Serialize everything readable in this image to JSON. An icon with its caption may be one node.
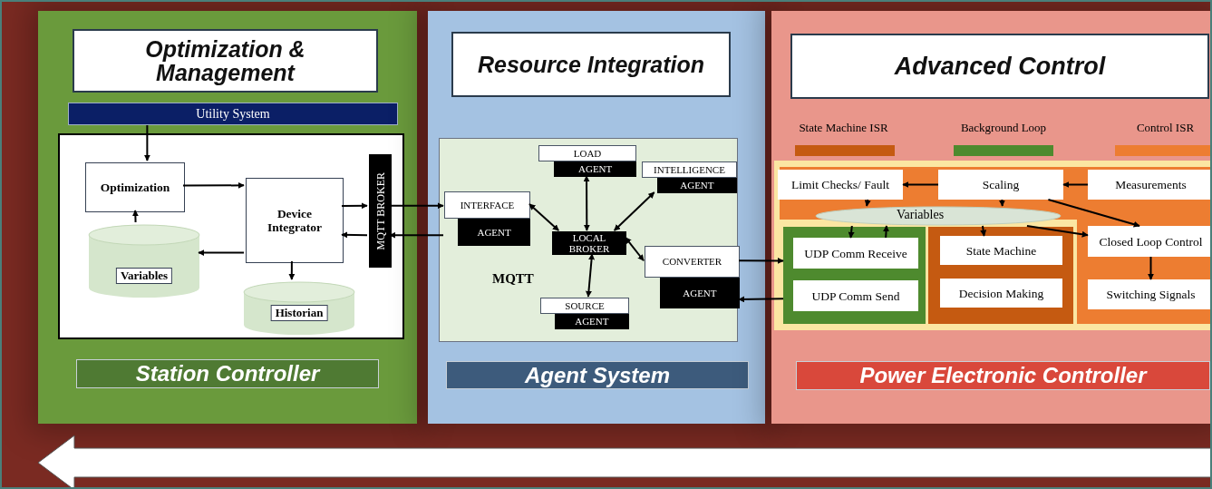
{
  "diagram": {
    "nodes": [
      {
        "text": [
          "Optimization & Management",
          "Station Controller"
        ]
      },
      {
        "text": [
          "Utility System"
        ],
        "in": 0
      },
      {
        "text": [],
        "shape": "box",
        "in": 0
      },
      {
        "text": [
          "Optimization"
        ],
        "in": 2
      },
      {
        "text": [
          "Device Integrator"
        ],
        "in": 2
      },
      {
        "text": [
          "MQTT BROKER"
        ],
        "in": 2
      },
      {
        "text": [
          "Variables"
        ],
        "in": 2
      },
      {
        "text": [
          "Historian"
        ],
        "in": 2
      },
      {
        "text": [
          "Resource Integration",
          "Agent System"
        ]
      },
      {
        "text": [
          "MQTT"
        ],
        "in": 8
      },
      {
        "text": [
          "LOAD",
          "AGENT"
        ],
        "in": 9
      },
      {
        "text": [
          "INTELLIGENCE",
          "AGENT"
        ],
        "in": 9
      },
      {
        "text": [
          "INTERFACE",
          "AGENT"
        ],
        "in": 9
      },
      {
        "text": [
          "LOCAL BROKER"
        ],
        "in": 9
      },
      {
        "text": [
          "CONVERTER",
          "AGENT"
        ],
        "in": 9
      },
      {
        "text": [
          "SOURCE",
          "AGENT"
        ],
        "in": 9
      },
      {
        "text": [
          "Advanced Control",
          "Power Electronic Controller"
        ]
      },
      {
        "text": [],
        "shape": "box",
        "in": 16
      },
      {
        "text": [
          "Limit Checks/ Fault"
        ],
        "in": 17
      },
      {
        "text": [
          "Scaling"
        ],
        "in": 17
      },
      {
        "text": [
          "Measurements"
        ],
        "in": 17
      },
      {
        "text": [
          "Variables"
        ],
        "in": 17
      },
      {
        "text": [],
        "shape": "box",
        "in": 17
      },
      {
        "text": [
          "UDP Comm Receive"
        ],
        "in": 22
      },
      {
        "text": [
          "UDP Comm Send"
        ],
        "in": 22
      },
      {
        "text": [],
        "shape": "box",
        "in": 17
      },
      {
        "text": [
          "State Machine"
        ],
        "in": 25
      },
      {
        "text": [
          "Decision Making"
        ],
        "in": 25
      },
      {
        "text": [
          "Closed Loop Control"
        ],
        "in": 17
      },
      {
        "text": [
          "Switching Signals"
        ],
        "in": 17
      }
    ],
    "edges": [
      {
        "from": 1,
        "to": 3,
        "arrow": "to"
      },
      {
        "from": 6,
        "to": 3,
        "arrow": "to"
      },
      {
        "from": 3,
        "to": 4,
        "arrow": "to"
      },
      {
        "from": 4,
        "to": 6,
        "arrow": "to"
      },
      {
        "from": 4,
        "to": 7,
        "arrow": "to"
      },
      {
        "from": 4,
        "to": 5,
        "arrow": "to"
      },
      {
        "from": 5,
        "to": 12,
        "arrow": "to"
      },
      {
        "from": 12,
        "to": 5,
        "arrow": "to"
      },
      {
        "from": 5,
        "to": 4,
        "arrow": "to"
      },
      {
        "from": 12,
        "to": 13,
        "arrow": "both"
      },
      {
        "from": 10,
        "to": 13,
        "arrow": "both"
      },
      {
        "from": 11,
        "to": 13,
        "arrow": "both"
      },
      {
        "from": 13,
        "to": 14,
        "arrow": "both"
      },
      {
        "from": 13,
        "to": 15,
        "arrow": "both"
      },
      {
        "from": 14,
        "to": 22,
        "arrow": "to"
      },
      {
        "from": 22,
        "to": 14,
        "arrow": "to"
      },
      {
        "from": 19,
        "to": 18,
        "arrow": "to"
      },
      {
        "from": 20,
        "to": 19,
        "arrow": "to"
      },
      {
        "from": 18,
        "to": 21,
        "arrow": "to"
      },
      {
        "from": 19,
        "to": 21,
        "arrow": "to"
      },
      {
        "from": 21,
        "to": 23,
        "arrow": "to"
      },
      {
        "from": 23,
        "to": 21,
        "arrow": "to"
      },
      {
        "from": 21,
        "to": 26,
        "arrow": "to"
      },
      {
        "from": 19,
        "to": 28,
        "arrow": "to"
      },
      {
        "from": 21,
        "to": 28,
        "arrow": "to"
      },
      {
        "from": 28,
        "to": 29,
        "arrow": "to"
      }
    ],
    "legend": [
      {
        "text": "State Machine ISR",
        "color": "#c55a11"
      },
      {
        "text": "Background Loop",
        "color": "#4e8a2e"
      },
      {
        "text": "Control ISR",
        "color": "#ed7d31"
      }
    ]
  }
}
